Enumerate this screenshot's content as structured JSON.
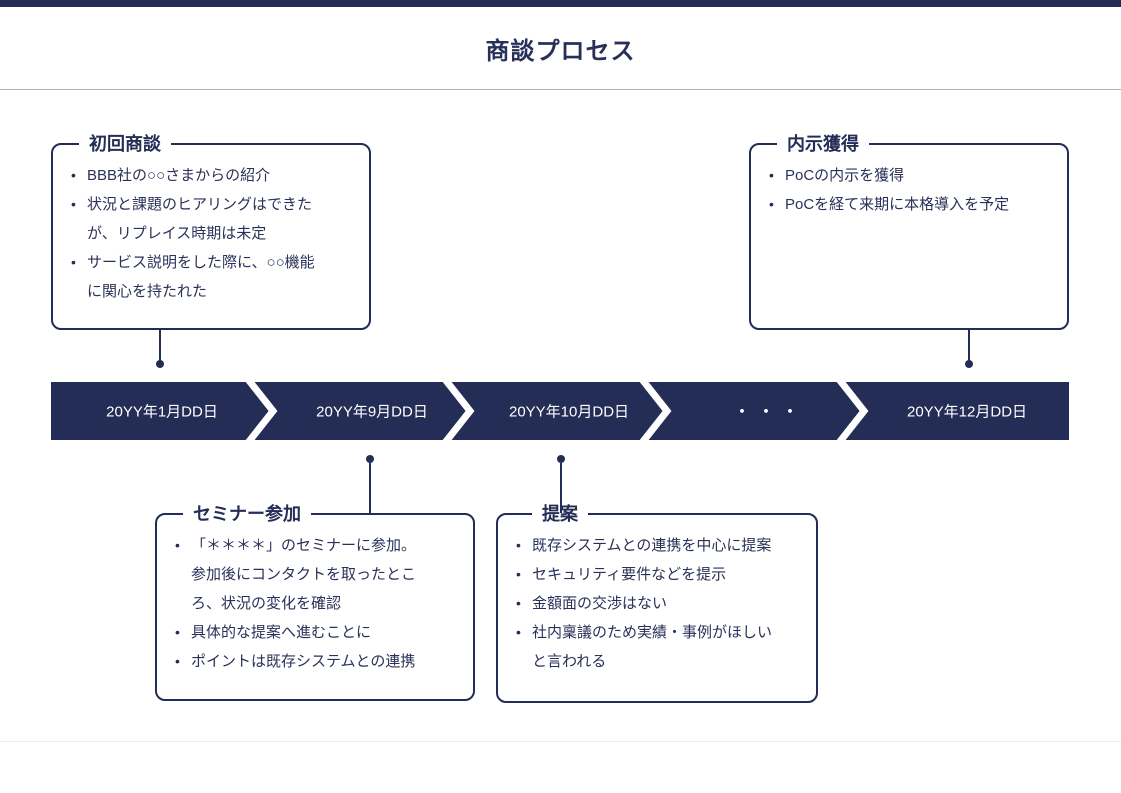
{
  "page": {
    "title": "商談プロセス"
  },
  "colors": {
    "navy": "#232d55",
    "white": "#ffffff",
    "header_divider": "#b3b3b3",
    "footer_divider": "#ececec"
  },
  "timeline": {
    "segments": [
      {
        "label": "20YY年1月DD日"
      },
      {
        "label": "20YY年9月DD日"
      },
      {
        "label": "20YY年10月DD日"
      },
      {
        "label": "・・・"
      },
      {
        "label": "20YY年12月DD日"
      }
    ]
  },
  "callouts": {
    "top_left": {
      "title": "初回商談",
      "bullets": [
        "BBB社の○○さまからの紹介",
        "状況と課題のヒアリングはできた\nが、リプレイス時期は未定",
        "サービス説明をした際に、○○機能\nに関心を持たれた"
      ]
    },
    "top_right": {
      "title": "内示獲得",
      "bullets": [
        "PoCの内示を獲得",
        "PoCを経て来期に本格導入を予定"
      ]
    },
    "bottom_left": {
      "title": "セミナー参加",
      "bullets": [
        "「＊＊＊＊」のセミナーに参加。\n参加後にコンタクトを取ったとこ\nろ、状況の変化を確認",
        "具体的な提案へ進むことに",
        "ポイントは既存システムとの連携"
      ]
    },
    "bottom_right": {
      "title": "提案",
      "bullets": [
        "既存システムとの連携を中心に提案",
        "セキュリティ要件などを提示",
        "金額面の交渉はない",
        "社内稟議のため実績・事例がほしい\nと言われる"
      ]
    }
  }
}
